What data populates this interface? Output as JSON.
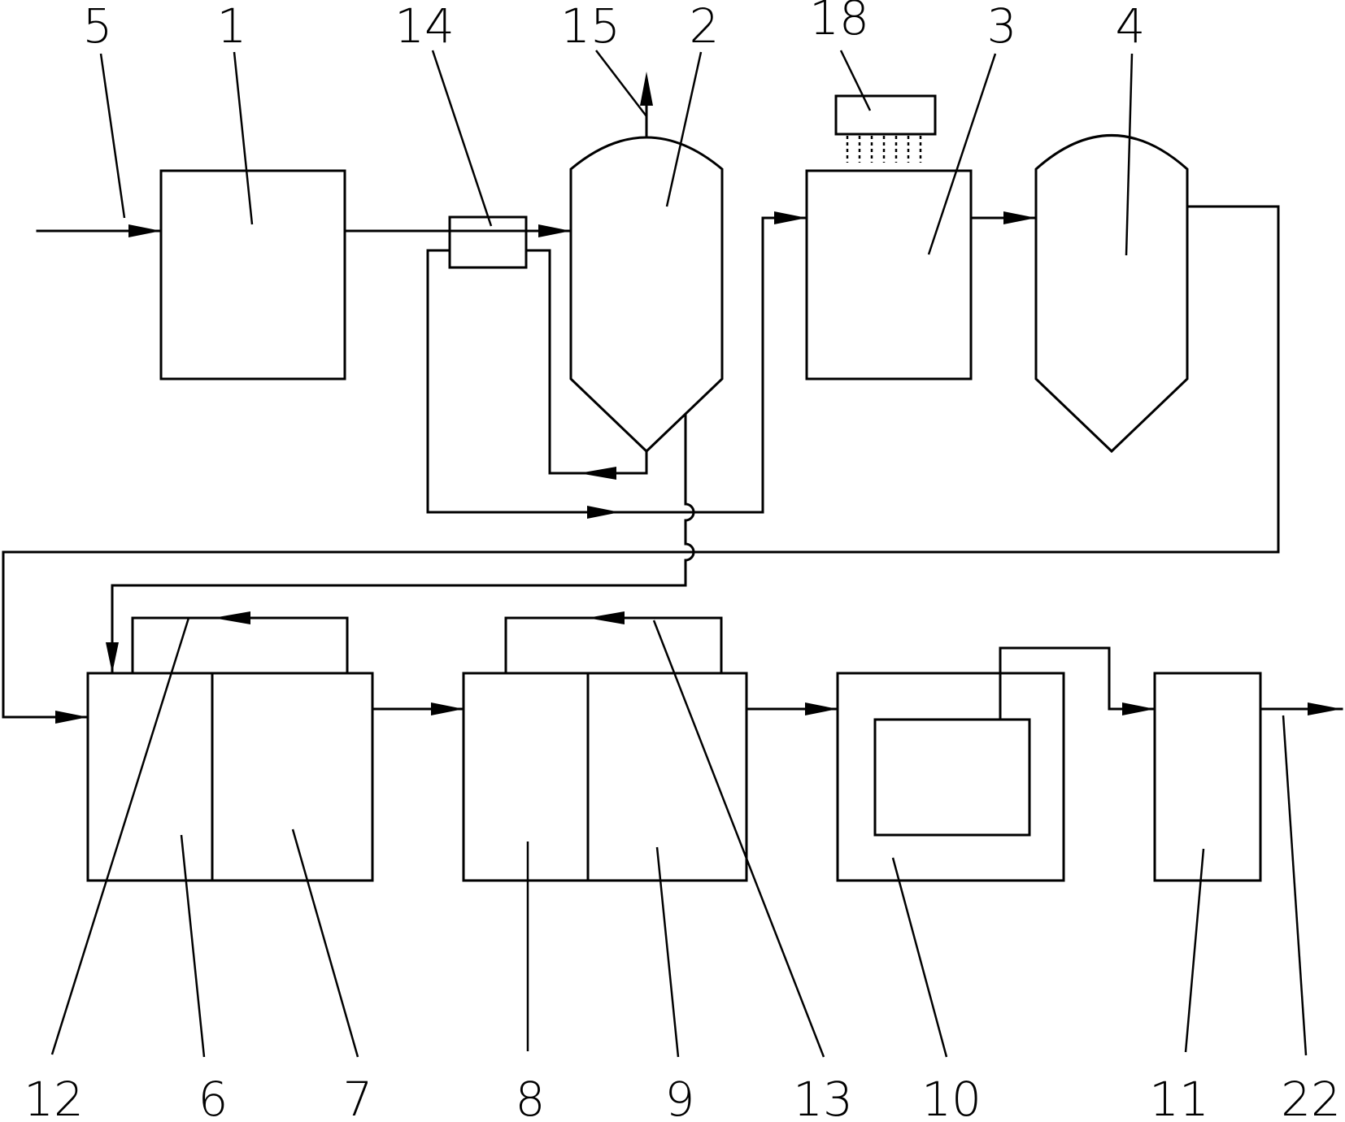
{
  "labels": {
    "n1": "1",
    "n2": "2",
    "n3": "3",
    "n4": "4",
    "n5": "5",
    "n6": "6",
    "n7": "7",
    "n8": "8",
    "n9": "9",
    "n10": "10",
    "n11": "11",
    "n12": "12",
    "n13": "13",
    "n14": "14",
    "n15": "15",
    "n18": "18",
    "n22": "22"
  }
}
